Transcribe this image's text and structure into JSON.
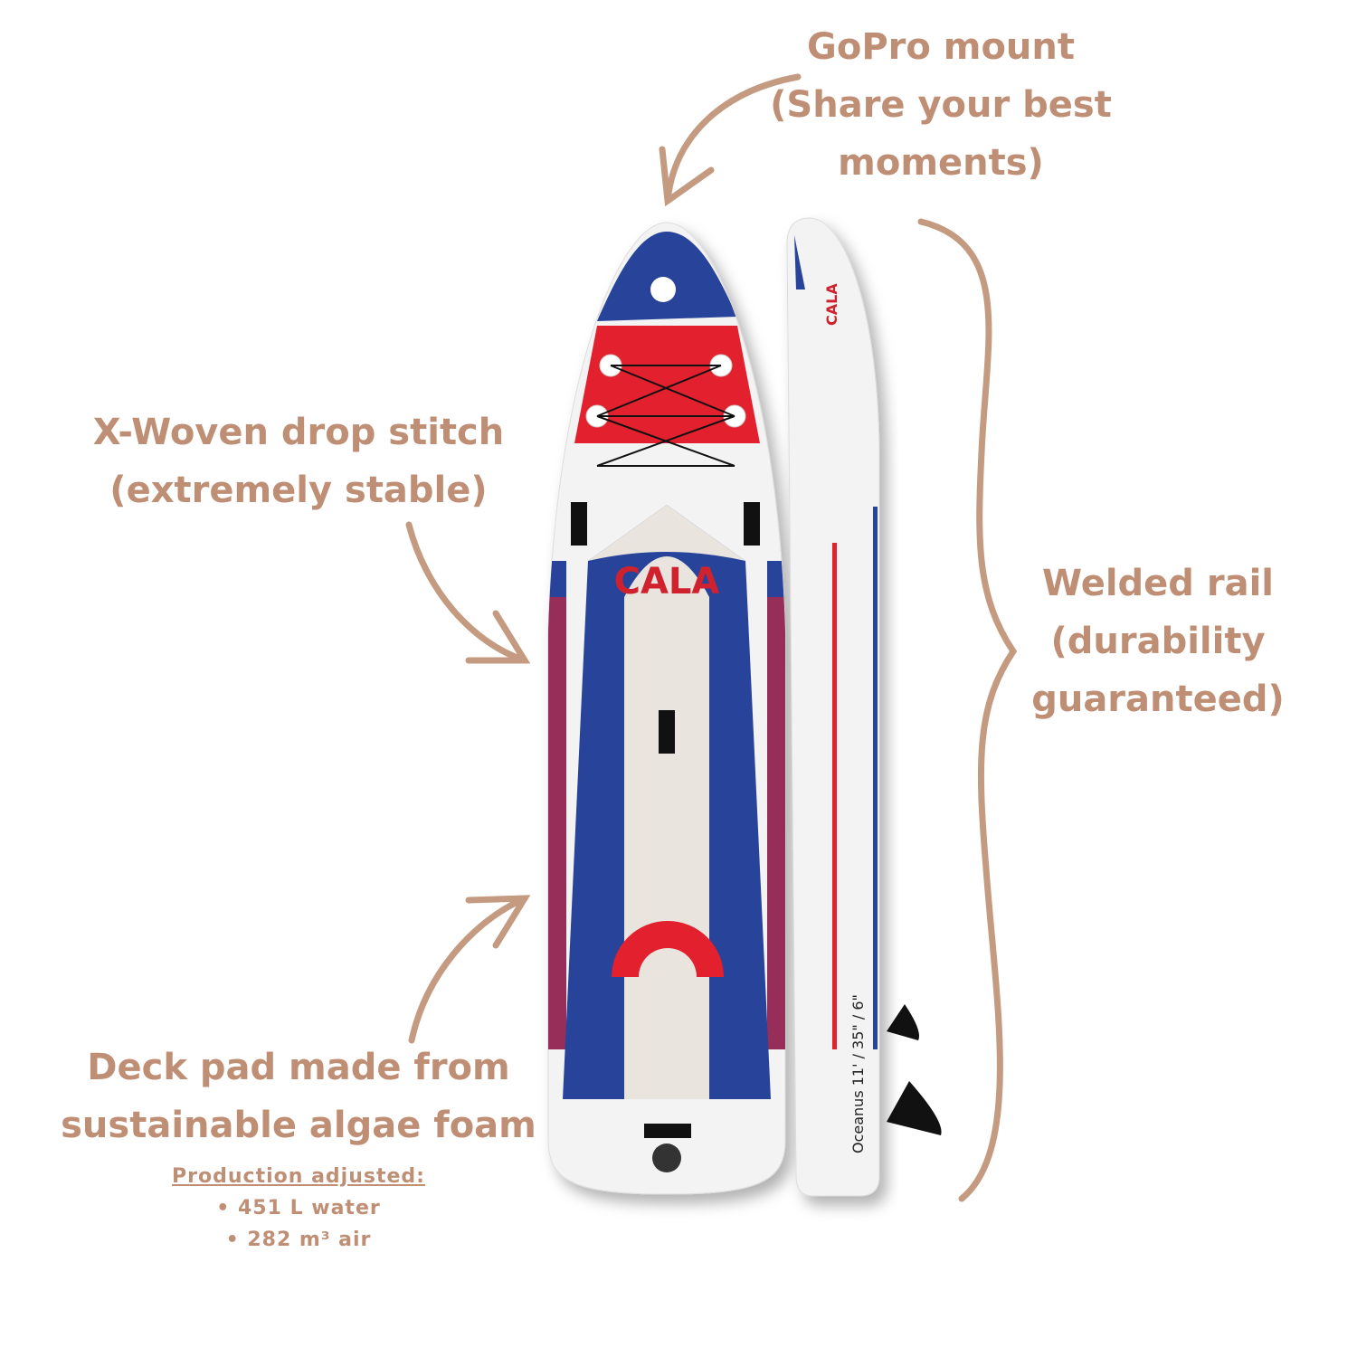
{
  "labels": {
    "gopro": [
      "GoPro mount",
      "(Share your best",
      "moments)"
    ],
    "xwoven": [
      "X-Woven drop stitch",
      "(extremely stable)"
    ],
    "rail": [
      "Welded rail",
      "(durability",
      "guaranteed)"
    ],
    "deckpad": [
      "Deck pad made from",
      "sustainable algae foam"
    ],
    "production": {
      "title": "Production adjusted:",
      "items": [
        "• 451 L water",
        "• 282 m³ air"
      ]
    }
  },
  "board": {
    "brand": "CALA",
    "model_text": "Oceanus 11' / 35\" / 6\""
  },
  "colors": {
    "annotation": "#bf8f75",
    "blue": "#27449a",
    "red": "#e3202e",
    "deck": "#e9e4dd"
  }
}
